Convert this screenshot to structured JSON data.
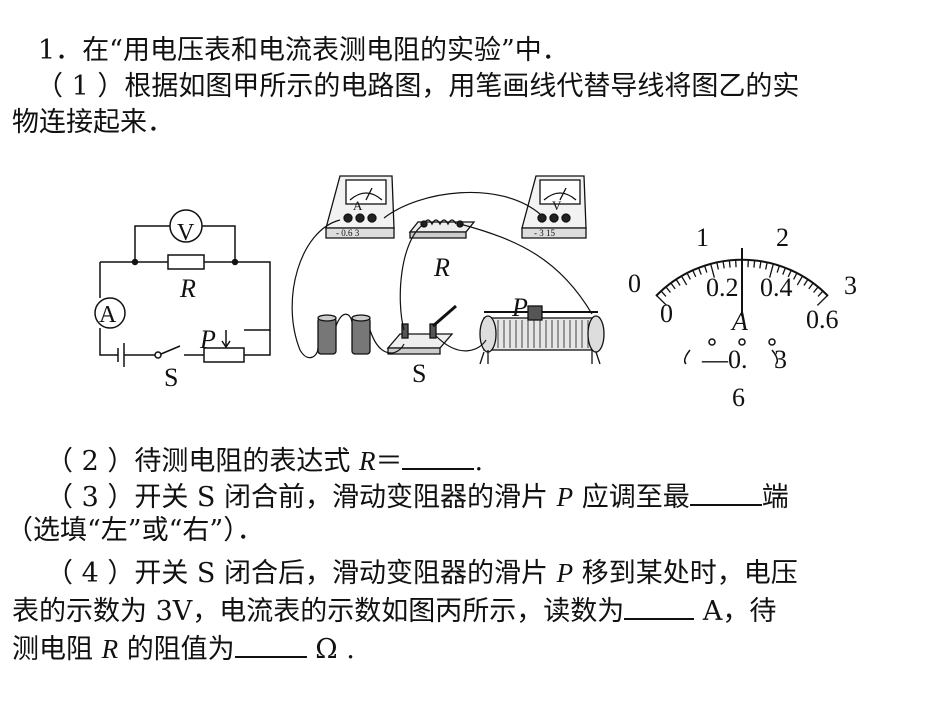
{
  "question": {
    "line1": "1．在“用电压表和电流表测电阻的实验”中．",
    "line2": "（ 1 ）根据如图甲所示的电路图，用笔画线代替导线将图乙的实",
    "line3": "物连接起来．",
    "part2_prefix": "（ 2 ）待测电阻的表达式",
    "part2_var": "R",
    "part2_suffix": "＝",
    "part2_end": ".",
    "part3_prefix": "（ 3 ）开关 S 闭合前，滑动变阻器的滑片",
    "part3_var": "P",
    "part3_suffix": "应调至最",
    "part3_end": "端",
    "part3_line2": "（选填“左”或“右”）．",
    "part4_prefix": "（ 4 ）开关 S 闭合后，滑动变阻器的滑片",
    "part4_var": "P",
    "part4_suffix": "移到某处时，电压",
    "part4_line2_a": "表的示数为 3V，电流表的示数如图丙所示，读数为",
    "part4_line2_b": "A，待",
    "part4_line3_a": "测电阻",
    "part4_line3_var": "R",
    "part4_line3_b": "的阻值为",
    "part4_line3_c": "Ω ."
  },
  "figure_jia": {
    "voltmeter": "V",
    "ammeter": "A",
    "resistor": "R",
    "slider": "P",
    "switch": "S"
  },
  "figure_yi": {
    "ammeter_letter": "A",
    "ammeter_terminals": "- 0.6 3",
    "voltmeter_letter": "V",
    "voltmeter_terminals": "- 3 15",
    "resistor": "R",
    "slider": "P",
    "switch": "S"
  },
  "figure_bing": {
    "scale_top": [
      "0",
      "1",
      "2",
      "3"
    ],
    "scale_bottom": [
      "0",
      "0.2",
      "0.4",
      "0.6"
    ],
    "unit": "A",
    "terminals_a": "—0.",
    "terminals_b": "3",
    "terminals_c": "6"
  }
}
